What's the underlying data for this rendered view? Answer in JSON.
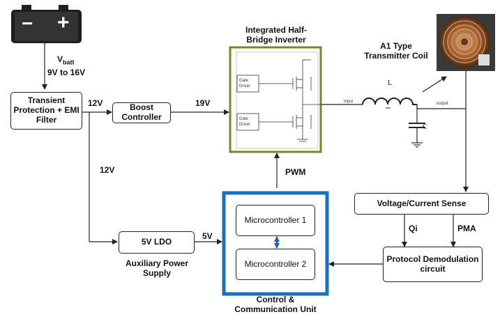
{
  "battery": {
    "label_v": "V",
    "label_sub": "batt",
    "range": "9V to 16V",
    "minus_symbol": "−",
    "plus_symbol": "+"
  },
  "blocks": {
    "transient": "Transient Protection + EMI Filter",
    "boost": "Boost Controller",
    "inverter_title": "Integrated Half-Bridge Inverter",
    "gate_driver_top": "Gate Driver",
    "gate_driver_bottom": "Gate Driver",
    "coil_title": "A1 Type Transmitter Coil",
    "ldo": "5V LDO",
    "aux_supply": "Auxiliary Power Supply",
    "mcu1": "Microcontroller 1",
    "mcu2": "Microcontroller 2",
    "control_unit": "Control & Communication Unit",
    "sense": "Voltage/Current Sense",
    "protocol": "Protocol Demodulation circuit"
  },
  "signals": {
    "v12_top": "12V",
    "v19": "19V",
    "v12_mid": "12V",
    "v5": "5V",
    "pwm": "PWM",
    "qi": "Qi",
    "pma": "PMA"
  },
  "lc_filter": {
    "inductor": "L",
    "capacitor": "C",
    "input": "input",
    "output": "output"
  },
  "colors": {
    "inverter_border": "#6b8e23",
    "control_border": "#1a6fc0",
    "mcu_link": "#1f5fb8",
    "coil": "#b8733a"
  }
}
